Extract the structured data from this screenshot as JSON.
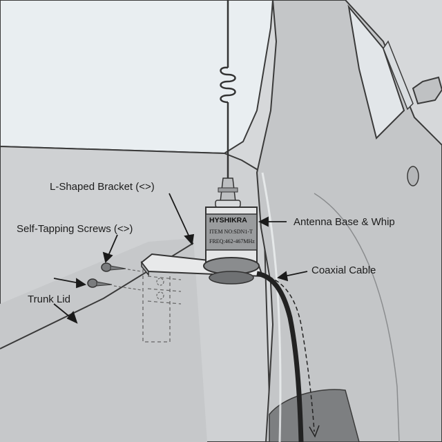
{
  "callouts": {
    "bracket": "L-Shaped Bracket (<>)",
    "screws": "Self-Tapping Screws (<>)",
    "trunk": "Trunk Lid",
    "antenna": "Antenna Base & Whip",
    "coax": "Coaxial Cable"
  },
  "antenna_label": {
    "brand": "HYSHIKRA",
    "item": "ITEM NO:SDN1-T",
    "freq": "FREQ:462-467MHz"
  },
  "colors": {
    "car_body": "#cfd1d3",
    "window": "#e9eef1",
    "outline": "#333333",
    "cable": "#222222"
  }
}
